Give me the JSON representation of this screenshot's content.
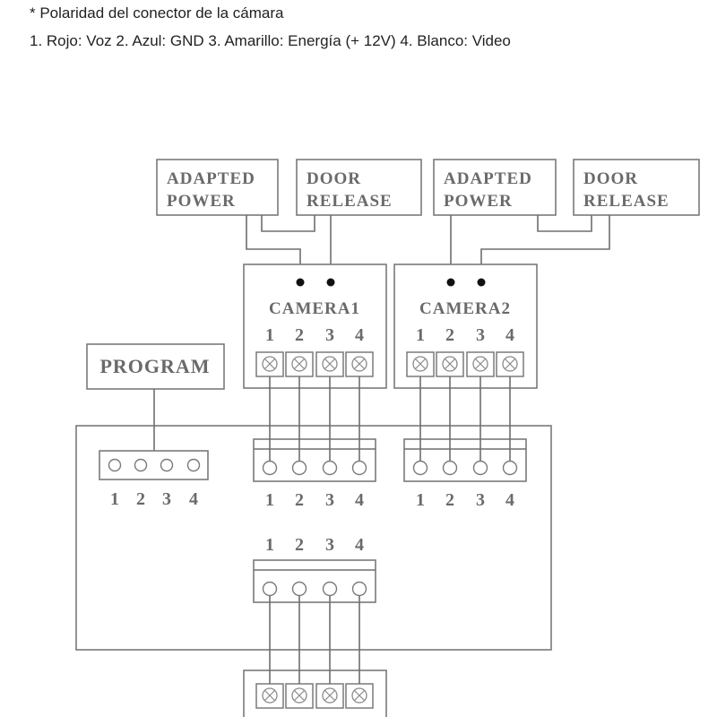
{
  "caption": {
    "title": "* Polaridad del conector de la cámara",
    "pinout": "1. Rojo: Voz 2. Azul: GND 3. Amarillo: Energía (+ 12V) 4. Blanco: Video"
  },
  "diagram": {
    "left_group": {
      "adapted_power": {
        "line1": "ADAPTED",
        "line2": "POWER"
      },
      "door_release": {
        "line1": "DOOR",
        "line2": "RELEASE"
      },
      "camera_label": "CAMERA1"
    },
    "right_group": {
      "adapted_power": {
        "line1": "ADAPTED",
        "line2": "POWER"
      },
      "door_release": {
        "line1": "DOOR",
        "line2": "RELEASE"
      },
      "camera_label": "CAMERA2"
    },
    "program_label": "PROGRAM",
    "pins": [
      "1",
      "2",
      "3",
      "4"
    ],
    "icons": {
      "screw_terminal": "screw-terminal-icon",
      "connector_hole": "connector-hole-icon",
      "contact_dot": "contact-dot-icon"
    }
  }
}
